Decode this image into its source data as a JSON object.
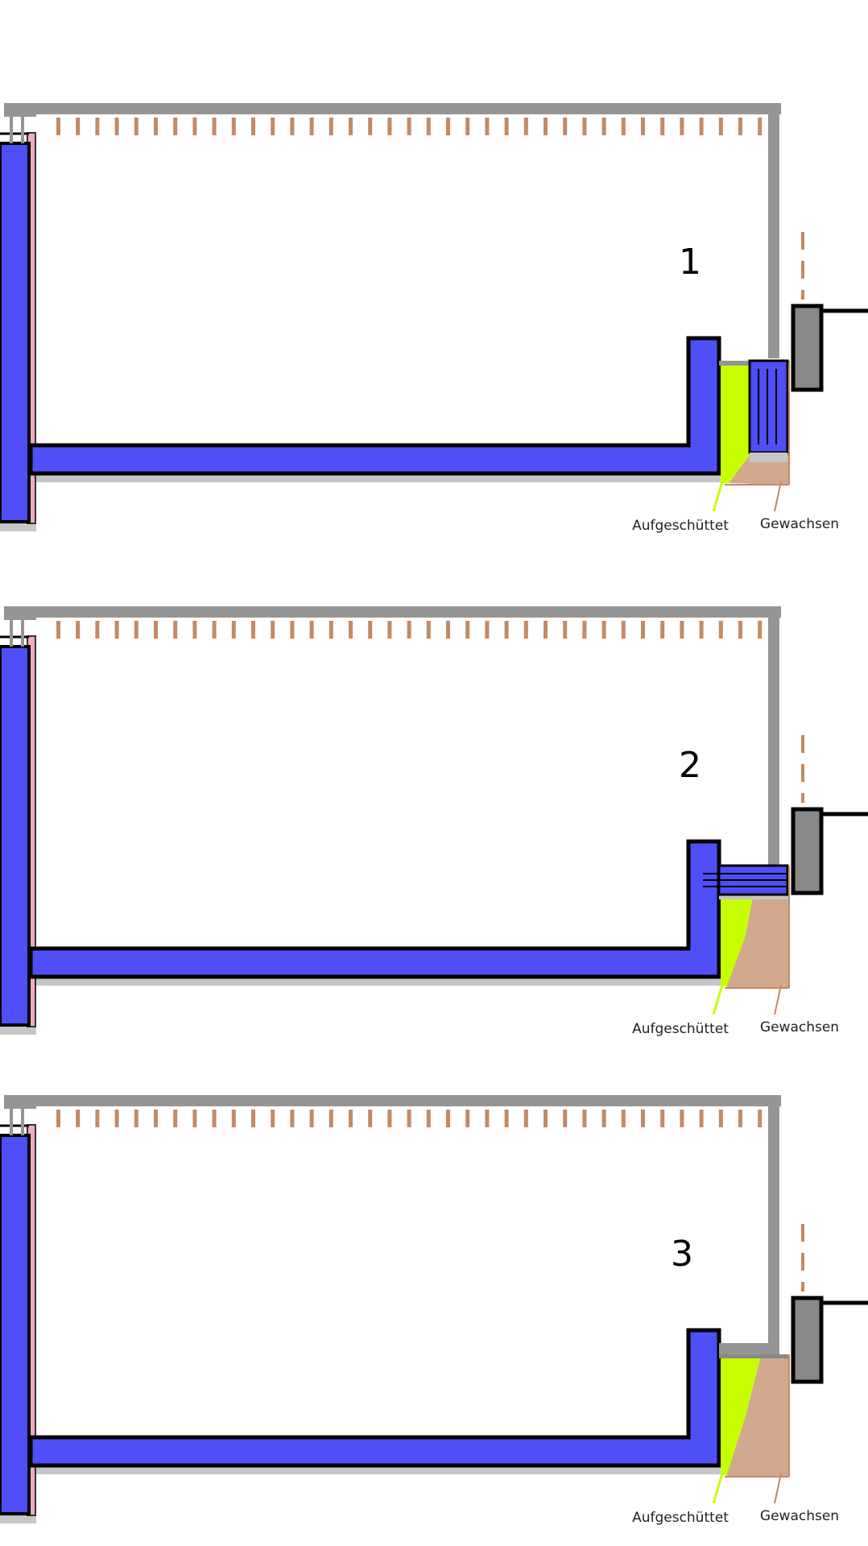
{
  "colors": {
    "wall_blue": "#4f4ff7",
    "outline": "#000000",
    "steel_gray": "#959595",
    "light_gray": "#c6c6c6",
    "rebar_brown": "#c48a63",
    "insulation_pink": "#f5a9c8",
    "fill_green": "#c6ff00",
    "soil_tan": "#d2a88e",
    "dark_gray_block": "#888888"
  },
  "panels": [
    {
      "number": "1",
      "label_fill": "Aufgeschüttet",
      "label_native": "Gewachsen"
    },
    {
      "number": "2",
      "label_fill": "Aufgeschüttet",
      "label_native": "Gewachsen"
    },
    {
      "number": "3",
      "label_fill": "Aufgeschüttet",
      "label_native": "Gewachsen"
    }
  ]
}
